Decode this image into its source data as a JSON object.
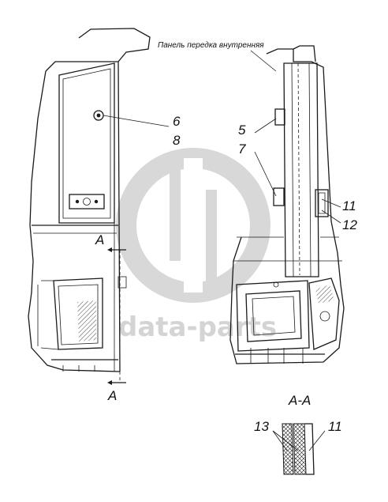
{
  "caption": "Панель передка внутренняя",
  "callouts": {
    "c6": "6",
    "c8": "8",
    "c5": "5",
    "c7": "7",
    "c11": "11",
    "c12": "12",
    "c13": "13",
    "c11b": "11"
  },
  "section": {
    "mark_top": "A",
    "mark_bottom": "A",
    "title": "A-A"
  },
  "watermark": {
    "text": "data-parts",
    "color": "#d4d4d4"
  }
}
